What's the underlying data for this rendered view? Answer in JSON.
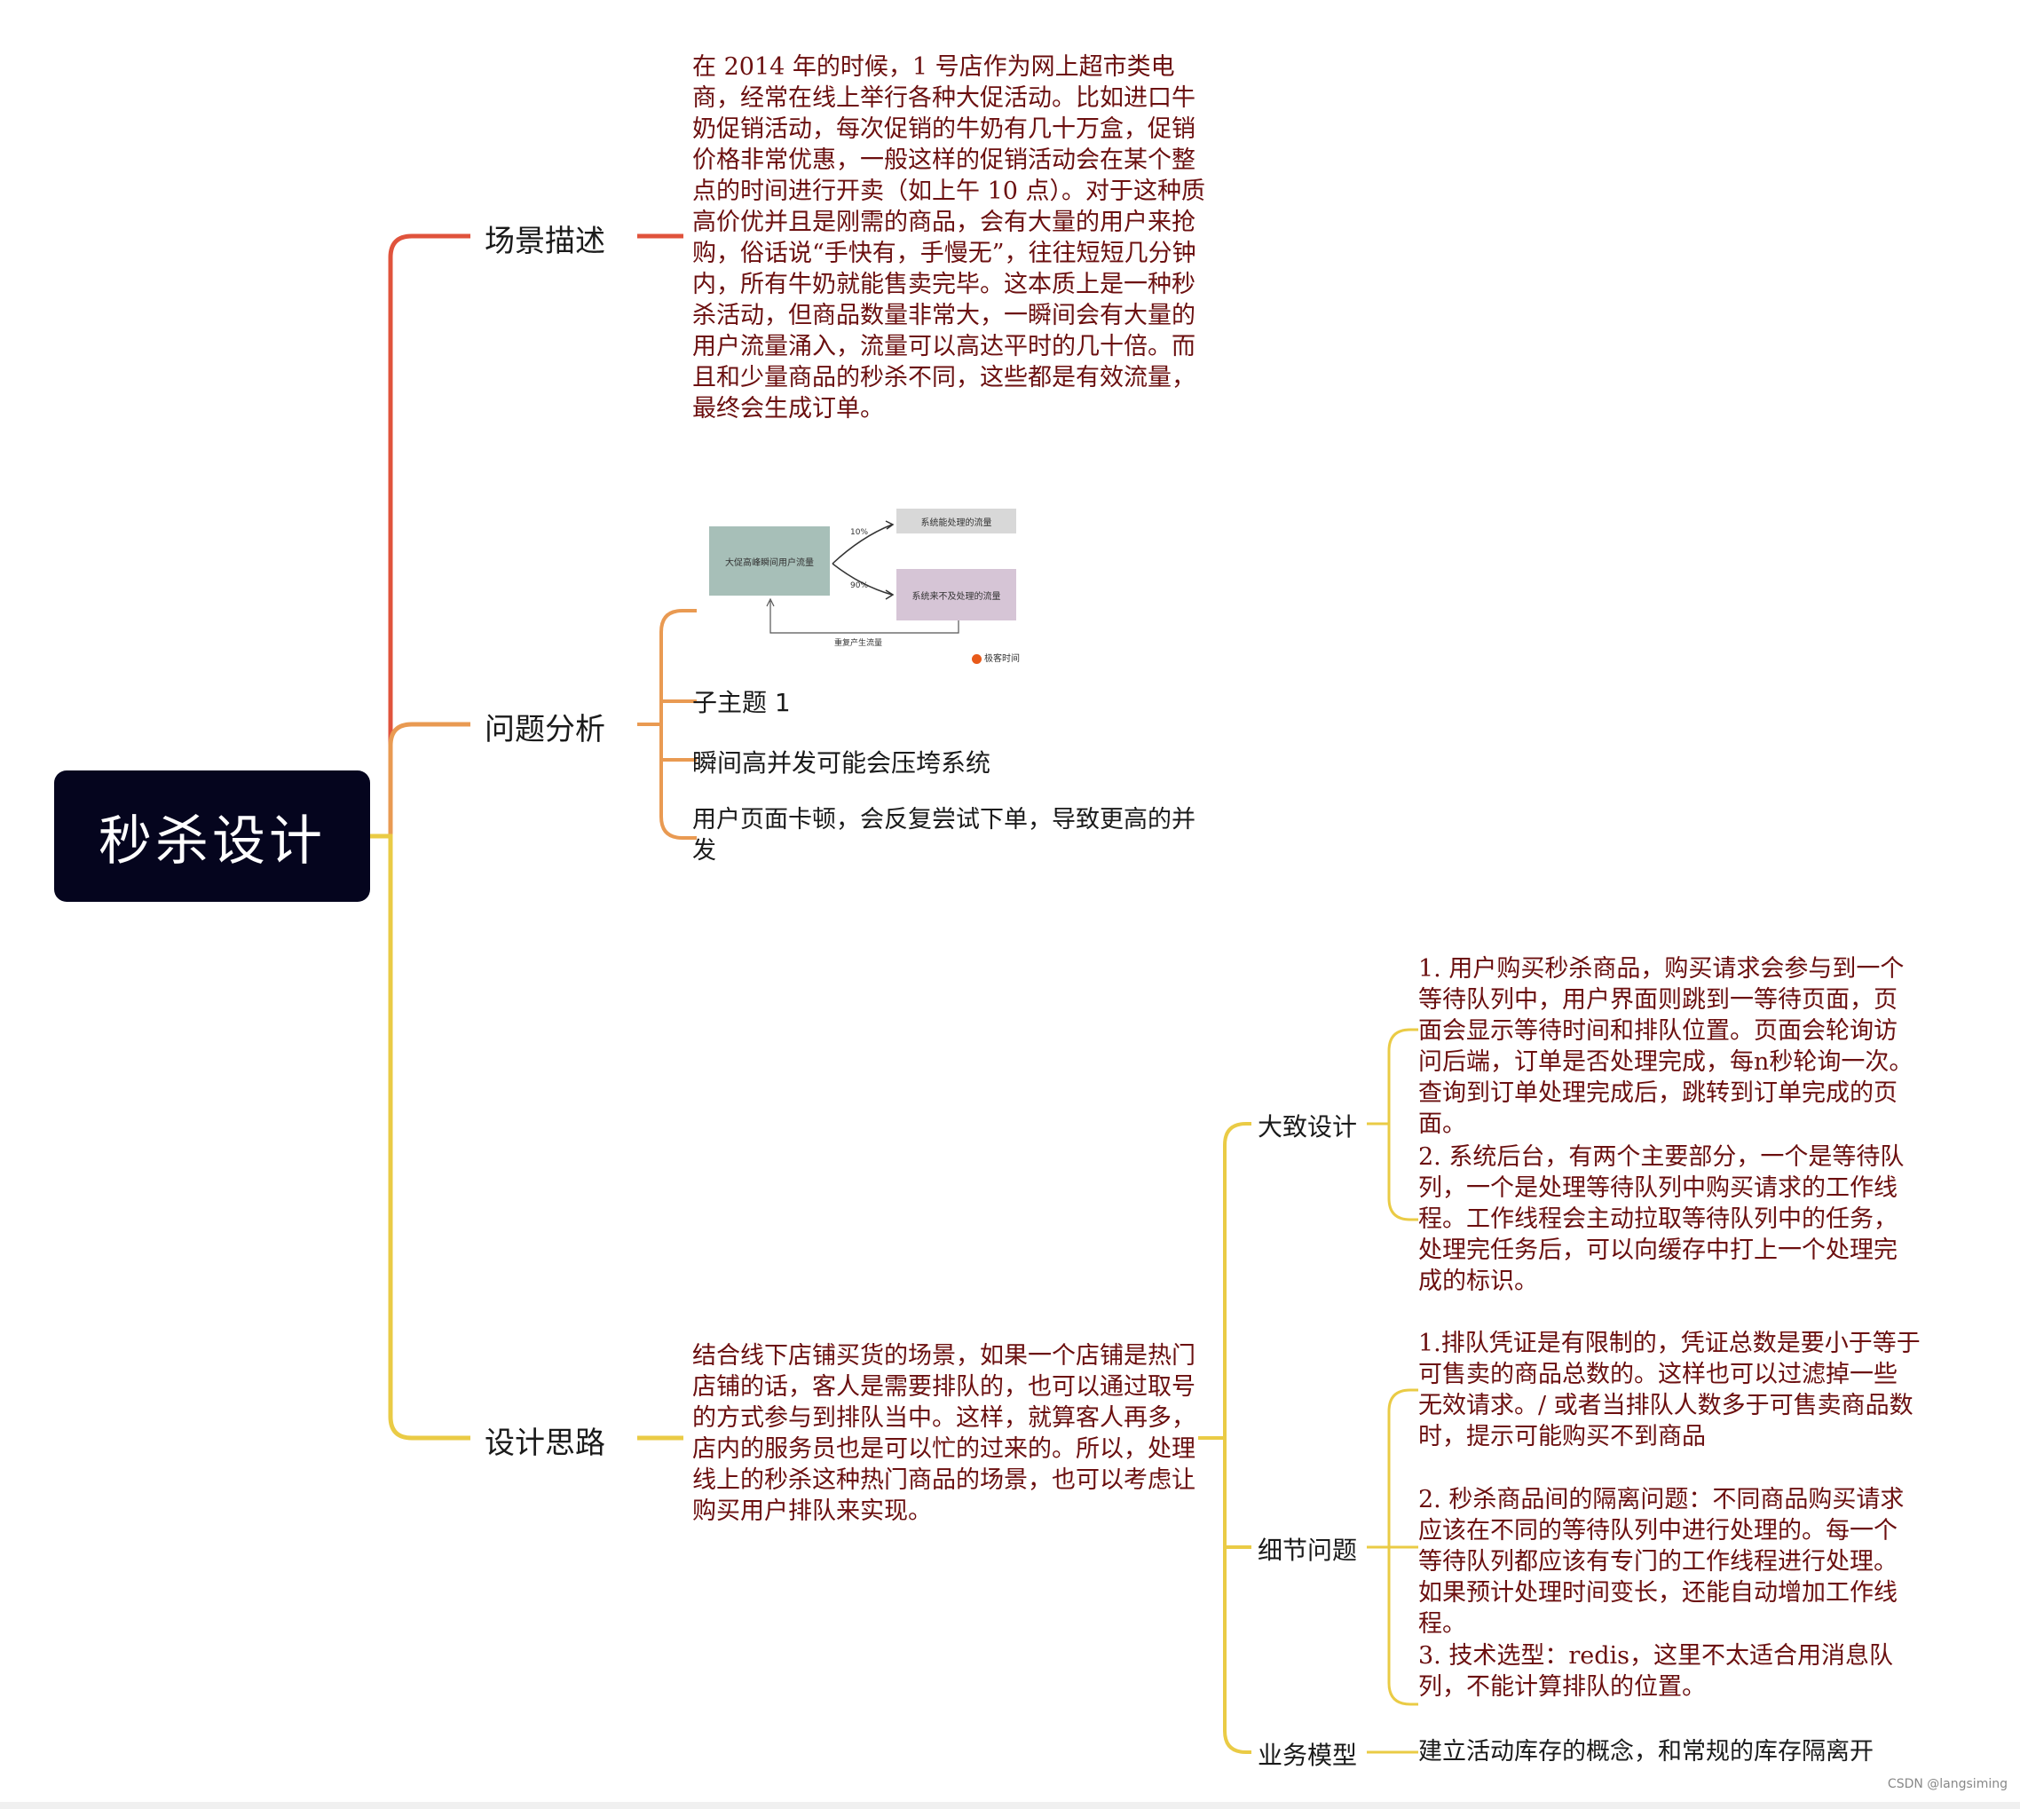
{
  "root": {
    "title": "秒杀设计"
  },
  "colors": {
    "root_bg": "#05051e",
    "branch_red": "#e0533c",
    "branch_orange": "#e99a52",
    "branch_yellow": "#eacb45"
  },
  "topics": {
    "scene": {
      "label": "场景描述",
      "text": "在 2014 年的时候，1 号店作为网上超市类电商，经常在线上举行各种大促活动。比如进口牛奶促销活动，每次促销的牛奶有几十万盒，促销价格非常优惠，一般这样的促销活动会在某个整点的时间进行开卖（如上午 10 点）。对于这种质高价优并且是刚需的商品，会有大量的用户来抢购，俗话说“手快有，手慢无”，往往短短几分钟内，所有牛奶就能售卖完毕。这本质上是一种秒杀活动，但商品数量非常大，一瞬间会有大量的用户流量涌入，流量可以高达平时的几十倍。而且和少量商品的秒杀不同，这些都是有效流量，最终会生成订单。"
    },
    "problem": {
      "label": "问题分析",
      "figure": {
        "source_box": "大促高峰瞬间用户流量",
        "handled_box": "系统能处理的流量",
        "unhandled_box": "系统来不及处理的流量",
        "pct_handled": "10%",
        "pct_unhandled": "90%",
        "retry_label": "重复产生流量",
        "logo": "极客时间"
      },
      "items": [
        "子主题 1",
        "瞬间高并发可能会压垮系统",
        "用户页面卡顿，会反复尝试下单，导致更高的并发"
      ]
    },
    "design": {
      "label": "设计思路",
      "text": "结合线下店铺买货的场景，如果一个店铺是热门店铺的话，客人是需要排队的，也可以通过取号的方式参与到排队当中。这样，就算客人再多，店内的服务员也是可以忙的过来的。所以，处理线上的秒杀这种热门商品的场景，也可以考虑让购买用户排队来实现。",
      "children": {
        "overview": {
          "label": "大致设计",
          "items": [
            "1. 用户购买秒杀商品，购买请求会参与到一个等待队列中，用户界面则跳到一等待页面，页面会显示等待时间和排队位置。页面会轮询访问后端，订单是否处理完成，每n秒轮询一次。查询到订单处理完成后，跳转到订单完成的页面。",
            "2. 系统后台，有两个主要部分，一个是等待队列，一个是处理等待队列中购买请求的工作线程。工作线程会主动拉取等待队列中的任务，处理完任务后，可以向缓存中打上一个处理完成的标识。"
          ]
        },
        "details": {
          "label": "细节问题",
          "items": [
            "1.排队凭证是有限制的，凭证总数是要小于等于可售卖的商品总数的。这样也可以过滤掉一些无效请求。/ 或者当排队人数多于可售卖商品数时，提示可能购买不到商品",
            "2. 秒杀商品间的隔离问题：不同商品购买请求应该在不同的等待队列中进行处理的。每一个等待队列都应该有专门的工作线程进行处理。如果预计处理时间变长，还能自动增加工作线程。",
            "3. 技术选型：redis，这里不太适合用消息队列，不能计算排队的位置。"
          ]
        },
        "model": {
          "label": "业务模型",
          "text": "建立活动库存的概念，和常规的库存隔离开"
        }
      }
    }
  },
  "watermark": "CSDN @langsiming"
}
